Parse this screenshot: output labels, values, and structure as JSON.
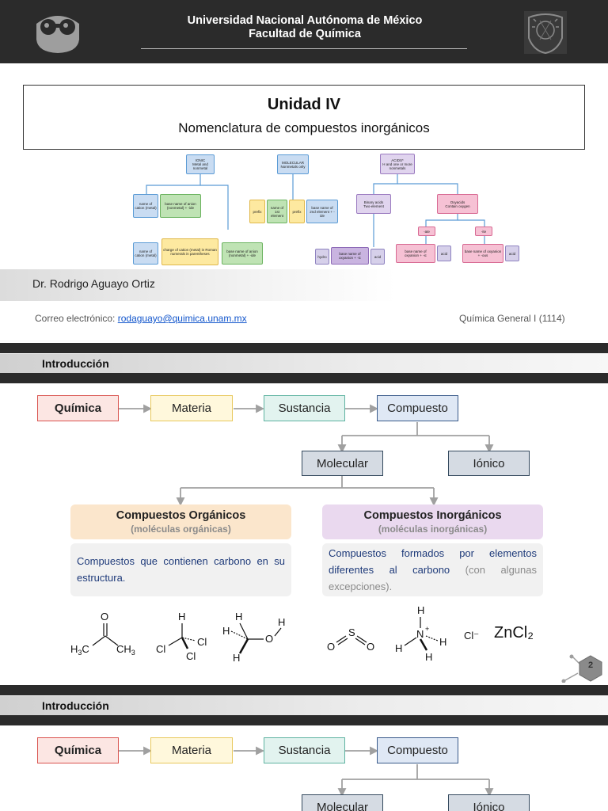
{
  "header": {
    "university": "Universidad Nacional Autónoma de México",
    "faculty": "Facultad de Química"
  },
  "cover": {
    "unit_title": "Unidad IV",
    "unit_subtitle": "Nomenclatura de compuestos inorgánicos",
    "author": "Dr. Rodrigo Aguayo Ortiz",
    "email_label": "Correo electrónico:",
    "email": "rodaguayo@quimica.unam.mx",
    "course": "Química General I (1114)"
  },
  "diagram": {
    "ionic": "IONIC\nMetal and nonmetal",
    "molecular": "MOLECULAR\nNonmetals only",
    "acids": "ACIDS*\nH and one or more nonmetals",
    "name_of_cation": "name of cation (metal)",
    "base_anion_ide": "base name of anion (nonmetal) + -ide",
    "charge_of_cation": "charge of cation (metal) in Roman numerals in parentheses",
    "prefix": "prefix",
    "name_first": "name of 1st element",
    "base_second": "base name of 2nd element + -ide",
    "binary_acids": "Binary acids\nTwo-element",
    "oxyacids": "Oxyacids\nContain oxygen",
    "ate": "-ate",
    "ite": "-ite",
    "hydro": "hydro",
    "base_oxy_ic": "base name of oxyanion + -ic",
    "base_oxy_ous": "base name of oxyanion + -ous",
    "acid": "acid"
  },
  "slides": [
    {
      "section": "Introducción",
      "page": "2",
      "flow": {
        "quimica": "Química",
        "materia": "Materia",
        "sustancia": "Sustancia",
        "compuesto": "Compuesto",
        "molecular": "Molecular",
        "ionico": "Iónico"
      },
      "organic": {
        "title": "Compuestos Orgánicos",
        "subtitle": "(moléculas orgánicas)",
        "desc": "Compuestos que contienen carbono en su estructura."
      },
      "inorganic": {
        "title": "Compuestos Inorgánicos",
        "subtitle": "(moléculas inorgánicas)",
        "desc_main": "Compuestos formados por elementos diferentes al carbono",
        "desc_gray": "(con algunas excepciones)."
      },
      "molecules": {
        "chloride": "Cl⁻",
        "zncl2": "ZnCl₂"
      }
    },
    {
      "section": "Introducción",
      "flow": {
        "quimica": "Química",
        "materia": "Materia",
        "sustancia": "Sustancia",
        "compuesto": "Compuesto",
        "molecular": "Molecular",
        "ionico": "Iónico"
      }
    }
  ],
  "colors": {
    "dark_bar": "#2b2b2b",
    "quimica_border": "#d9534f",
    "materia_border": "#e8c85c",
    "sustancia_border": "#5fb3a1",
    "compuesto_border": "#3a5a8a",
    "link": "#1155cc"
  },
  "icons": {
    "left_logo": "owl-glasses-logo",
    "right_logo": "unam-shield-logo",
    "page_badge": "hexagon-molecule-icon"
  }
}
